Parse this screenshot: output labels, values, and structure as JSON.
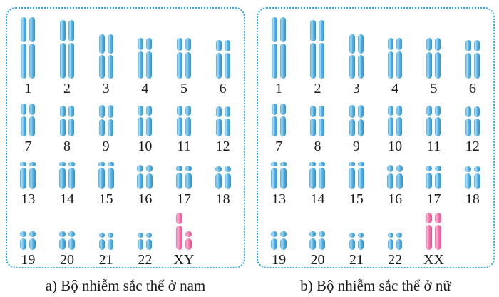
{
  "figure": {
    "type": "karyotype-diagram"
  },
  "colors": {
    "blue": {
      "main": "#55AFE1",
      "highlight": "#A8DCF4",
      "shade": "#2F93D0"
    },
    "pink": {
      "main": "#F174AB",
      "highlight": "#F9B4D3",
      "shade": "#E0528F"
    },
    "panel_border": "#2BACE4",
    "text": "#1C1C1C"
  },
  "panels": [
    {
      "id": "male",
      "caption": "a) Bộ nhiễm sắc thể ở nam",
      "rows": [
        {
          "area_h": 86,
          "margin_top": 0,
          "pairs": [
            {
              "label": "1",
              "color": "blue",
              "w": 8,
              "chroms": [
                {
                  "h": 86,
                  "c": 0.42
                },
                {
                  "h": 86,
                  "c": 0.42
                }
              ]
            },
            {
              "label": "2",
              "color": "blue",
              "w": 8,
              "chroms": [
                {
                  "h": 82,
                  "c": 0.37
                },
                {
                  "h": 82,
                  "c": 0.37
                }
              ]
            },
            {
              "label": "3",
              "color": "blue",
              "w": 8,
              "chroms": [
                {
                  "h": 62,
                  "c": 0.45
                },
                {
                  "h": 62,
                  "c": 0.45
                }
              ]
            },
            {
              "label": "4",
              "color": "blue",
              "w": 8,
              "chroms": [
                {
                  "h": 57,
                  "c": 0.3
                },
                {
                  "h": 57,
                  "c": 0.3
                }
              ]
            },
            {
              "label": "5",
              "color": "blue",
              "w": 8,
              "chroms": [
                {
                  "h": 57,
                  "c": 0.32
                },
                {
                  "h": 57,
                  "c": 0.32
                }
              ]
            },
            {
              "label": "6",
              "color": "blue",
              "w": 8,
              "chroms": [
                {
                  "h": 54,
                  "c": 0.31
                },
                {
                  "h": 54,
                  "c": 0.31
                }
              ]
            }
          ]
        },
        {
          "area_h": 46,
          "margin_top": 10,
          "pairs": [
            {
              "label": "7",
              "color": "blue",
              "w": 8,
              "chroms": [
                {
                  "h": 46,
                  "c": 0.36
                },
                {
                  "h": 46,
                  "c": 0.36
                }
              ]
            },
            {
              "label": "8",
              "color": "blue",
              "w": 8,
              "chroms": [
                {
                  "h": 43,
                  "c": 0.38
                },
                {
                  "h": 43,
                  "c": 0.38
                }
              ]
            },
            {
              "label": "9",
              "color": "blue",
              "w": 8,
              "chroms": [
                {
                  "h": 44,
                  "c": 0.42
                },
                {
                  "h": 44,
                  "c": 0.42
                }
              ]
            },
            {
              "label": "10",
              "color": "blue",
              "w": 8,
              "chroms": [
                {
                  "h": 43,
                  "c": 0.34
                },
                {
                  "h": 43,
                  "c": 0.34
                }
              ]
            },
            {
              "label": "11",
              "color": "blue",
              "w": 8,
              "chroms": [
                {
                  "h": 43,
                  "c": 0.34
                },
                {
                  "h": 43,
                  "c": 0.34
                }
              ]
            },
            {
              "label": "12",
              "color": "blue",
              "w": 8,
              "chroms": [
                {
                  "h": 42,
                  "c": 0.37
                },
                {
                  "h": 42,
                  "c": 0.37
                }
              ]
            }
          ]
        },
        {
          "area_h": 38,
          "margin_top": 11,
          "pairs": [
            {
              "label": "13",
              "color": "blue",
              "w": 9,
              "chroms": [
                {
                  "h": 38,
                  "c": 0.17
                },
                {
                  "h": 38,
                  "c": 0.17
                }
              ]
            },
            {
              "label": "14",
              "color": "blue",
              "w": 9,
              "chroms": [
                {
                  "h": 38,
                  "c": 0.17
                },
                {
                  "h": 38,
                  "c": 0.17
                }
              ]
            },
            {
              "label": "15",
              "color": "blue",
              "w": 9,
              "chroms": [
                {
                  "h": 38,
                  "c": 0.17
                },
                {
                  "h": 38,
                  "c": 0.17
                }
              ]
            },
            {
              "label": "16",
              "color": "blue",
              "w": 9,
              "chroms": [
                {
                  "h": 34,
                  "c": 0.3
                },
                {
                  "h": 34,
                  "c": 0.3
                }
              ]
            },
            {
              "label": "17",
              "color": "blue",
              "w": 9,
              "chroms": [
                {
                  "h": 33,
                  "c": 0.26
                },
                {
                  "h": 33,
                  "c": 0.26
                }
              ]
            },
            {
              "label": "18",
              "color": "blue",
              "w": 9,
              "chroms": [
                {
                  "h": 32,
                  "c": 0.28
                },
                {
                  "h": 32,
                  "c": 0.28
                }
              ]
            }
          ]
        },
        {
          "area_h": 52,
          "margin_top": 8,
          "pairs": [
            {
              "label": "19",
              "color": "blue",
              "w": 9,
              "chroms": [
                {
                  "h": 26,
                  "c": 0.35
                },
                {
                  "h": 26,
                  "c": 0.35
                }
              ]
            },
            {
              "label": "20",
              "color": "blue",
              "w": 9,
              "chroms": [
                {
                  "h": 26,
                  "c": 0.35
                },
                {
                  "h": 26,
                  "c": 0.35
                }
              ]
            },
            {
              "label": "21",
              "color": "blue",
              "w": 8,
              "chroms": [
                {
                  "h": 24,
                  "c": 0.3
                },
                {
                  "h": 24,
                  "c": 0.3
                }
              ]
            },
            {
              "label": "22",
              "color": "blue",
              "w": 8,
              "chroms": [
                {
                  "h": 24,
                  "c": 0.3
                },
                {
                  "h": 24,
                  "c": 0.3
                }
              ]
            },
            {
              "label": "XY",
              "color": "pink",
              "w": 9,
              "chroms": [
                {
                  "h": 52,
                  "c": 0.32
                },
                {
                  "h": 26,
                  "c": 0.33
                }
              ]
            }
          ]
        }
      ]
    },
    {
      "id": "female",
      "caption": "b) Bộ nhiễm sắc thể ở nữ",
      "rows": [
        {
          "area_h": 86,
          "margin_top": 0,
          "pairs": [
            {
              "label": "1",
              "color": "blue",
              "w": 8,
              "chroms": [
                {
                  "h": 86,
                  "c": 0.42
                },
                {
                  "h": 86,
                  "c": 0.42
                }
              ]
            },
            {
              "label": "2",
              "color": "blue",
              "w": 8,
              "chroms": [
                {
                  "h": 82,
                  "c": 0.37
                },
                {
                  "h": 82,
                  "c": 0.37
                }
              ]
            },
            {
              "label": "3",
              "color": "blue",
              "w": 8,
              "chroms": [
                {
                  "h": 62,
                  "c": 0.45
                },
                {
                  "h": 62,
                  "c": 0.45
                }
              ]
            },
            {
              "label": "4",
              "color": "blue",
              "w": 8,
              "chroms": [
                {
                  "h": 57,
                  "c": 0.3
                },
                {
                  "h": 57,
                  "c": 0.3
                }
              ]
            },
            {
              "label": "5",
              "color": "blue",
              "w": 8,
              "chroms": [
                {
                  "h": 57,
                  "c": 0.32
                },
                {
                  "h": 57,
                  "c": 0.32
                }
              ]
            },
            {
              "label": "6",
              "color": "blue",
              "w": 8,
              "chroms": [
                {
                  "h": 54,
                  "c": 0.31
                },
                {
                  "h": 54,
                  "c": 0.31
                }
              ]
            }
          ]
        },
        {
          "area_h": 46,
          "margin_top": 10,
          "pairs": [
            {
              "label": "7",
              "color": "blue",
              "w": 8,
              "chroms": [
                {
                  "h": 46,
                  "c": 0.36
                },
                {
                  "h": 46,
                  "c": 0.36
                }
              ]
            },
            {
              "label": "8",
              "color": "blue",
              "w": 8,
              "chroms": [
                {
                  "h": 43,
                  "c": 0.38
                },
                {
                  "h": 43,
                  "c": 0.38
                }
              ]
            },
            {
              "label": "9",
              "color": "blue",
              "w": 8,
              "chroms": [
                {
                  "h": 44,
                  "c": 0.42
                },
                {
                  "h": 44,
                  "c": 0.42
                }
              ]
            },
            {
              "label": "10",
              "color": "blue",
              "w": 8,
              "chroms": [
                {
                  "h": 43,
                  "c": 0.34
                },
                {
                  "h": 43,
                  "c": 0.34
                }
              ]
            },
            {
              "label": "11",
              "color": "blue",
              "w": 8,
              "chroms": [
                {
                  "h": 43,
                  "c": 0.34
                },
                {
                  "h": 43,
                  "c": 0.34
                }
              ]
            },
            {
              "label": "12",
              "color": "blue",
              "w": 8,
              "chroms": [
                {
                  "h": 42,
                  "c": 0.37
                },
                {
                  "h": 42,
                  "c": 0.37
                }
              ]
            }
          ]
        },
        {
          "area_h": 38,
          "margin_top": 11,
          "pairs": [
            {
              "label": "13",
              "color": "blue",
              "w": 9,
              "chroms": [
                {
                  "h": 38,
                  "c": 0.17
                },
                {
                  "h": 38,
                  "c": 0.17
                }
              ]
            },
            {
              "label": "14",
              "color": "blue",
              "w": 9,
              "chroms": [
                {
                  "h": 38,
                  "c": 0.17
                },
                {
                  "h": 38,
                  "c": 0.17
                }
              ]
            },
            {
              "label": "15",
              "color": "blue",
              "w": 9,
              "chroms": [
                {
                  "h": 38,
                  "c": 0.17
                },
                {
                  "h": 38,
                  "c": 0.17
                }
              ]
            },
            {
              "label": "16",
              "color": "blue",
              "w": 9,
              "chroms": [
                {
                  "h": 34,
                  "c": 0.3
                },
                {
                  "h": 34,
                  "c": 0.3
                }
              ]
            },
            {
              "label": "17",
              "color": "blue",
              "w": 9,
              "chroms": [
                {
                  "h": 33,
                  "c": 0.26
                },
                {
                  "h": 33,
                  "c": 0.26
                }
              ]
            },
            {
              "label": "18",
              "color": "blue",
              "w": 9,
              "chroms": [
                {
                  "h": 32,
                  "c": 0.28
                },
                {
                  "h": 32,
                  "c": 0.28
                }
              ]
            }
          ]
        },
        {
          "area_h": 52,
          "margin_top": 8,
          "pairs": [
            {
              "label": "19",
              "color": "blue",
              "w": 9,
              "chroms": [
                {
                  "h": 26,
                  "c": 0.35
                },
                {
                  "h": 26,
                  "c": 0.35
                }
              ]
            },
            {
              "label": "20",
              "color": "blue",
              "w": 9,
              "chroms": [
                {
                  "h": 26,
                  "c": 0.35
                },
                {
                  "h": 26,
                  "c": 0.35
                }
              ]
            },
            {
              "label": "21",
              "color": "blue",
              "w": 8,
              "chroms": [
                {
                  "h": 24,
                  "c": 0.3
                },
                {
                  "h": 24,
                  "c": 0.3
                }
              ]
            },
            {
              "label": "22",
              "color": "blue",
              "w": 8,
              "chroms": [
                {
                  "h": 24,
                  "c": 0.3
                },
                {
                  "h": 24,
                  "c": 0.3
                }
              ]
            },
            {
              "label": "XX",
              "color": "pink",
              "w": 9,
              "chroms": [
                {
                  "h": 52,
                  "c": 0.3
                },
                {
                  "h": 52,
                  "c": 0.3
                }
              ]
            }
          ]
        }
      ]
    }
  ]
}
